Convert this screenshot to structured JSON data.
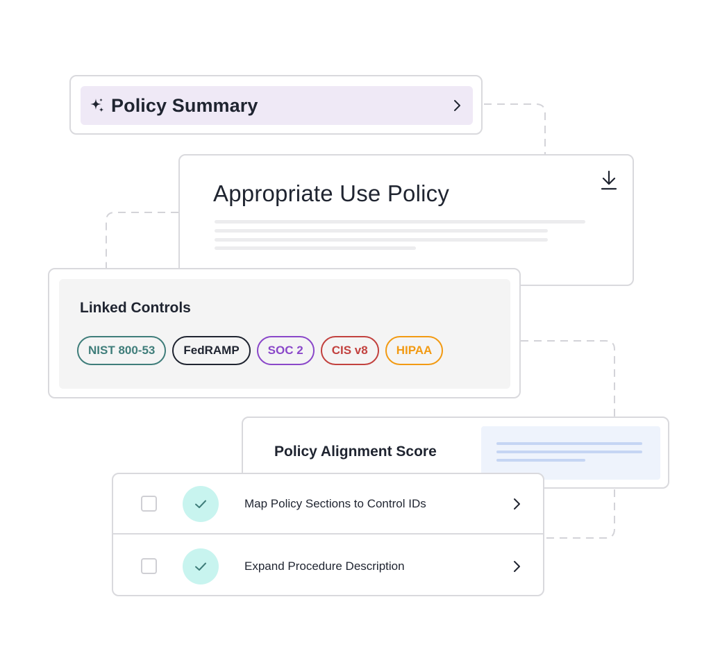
{
  "summary": {
    "title": "Policy Summary"
  },
  "policy": {
    "title": "Appropriate Use Policy"
  },
  "controls": {
    "title": "Linked Controls",
    "tags": [
      {
        "label": "NIST 800-53",
        "color": "#3f7d7a"
      },
      {
        "label": "FedRAMP",
        "color": "#1f2430"
      },
      {
        "label": "SOC 2",
        "color": "#8a47c9"
      },
      {
        "label": "CIS v8",
        "color": "#c2413e"
      },
      {
        "label": "HIPAA",
        "color": "#f29a12"
      }
    ]
  },
  "score": {
    "title": "Policy Alignment Score"
  },
  "tasks": [
    {
      "label": "Map Policy Sections to Control IDs"
    },
    {
      "label": "Expand Procedure Description"
    }
  ],
  "icons": {
    "sparkle": "sparkle-icon",
    "chevron": "chevron-right-icon",
    "download": "download-icon",
    "check": "check-icon"
  },
  "colors": {
    "summary_bg": "#efe9f6",
    "check_bg": "#c8f4ef",
    "check_stroke": "#3f7d7a",
    "score_panel_bg": "#eef3fc"
  }
}
